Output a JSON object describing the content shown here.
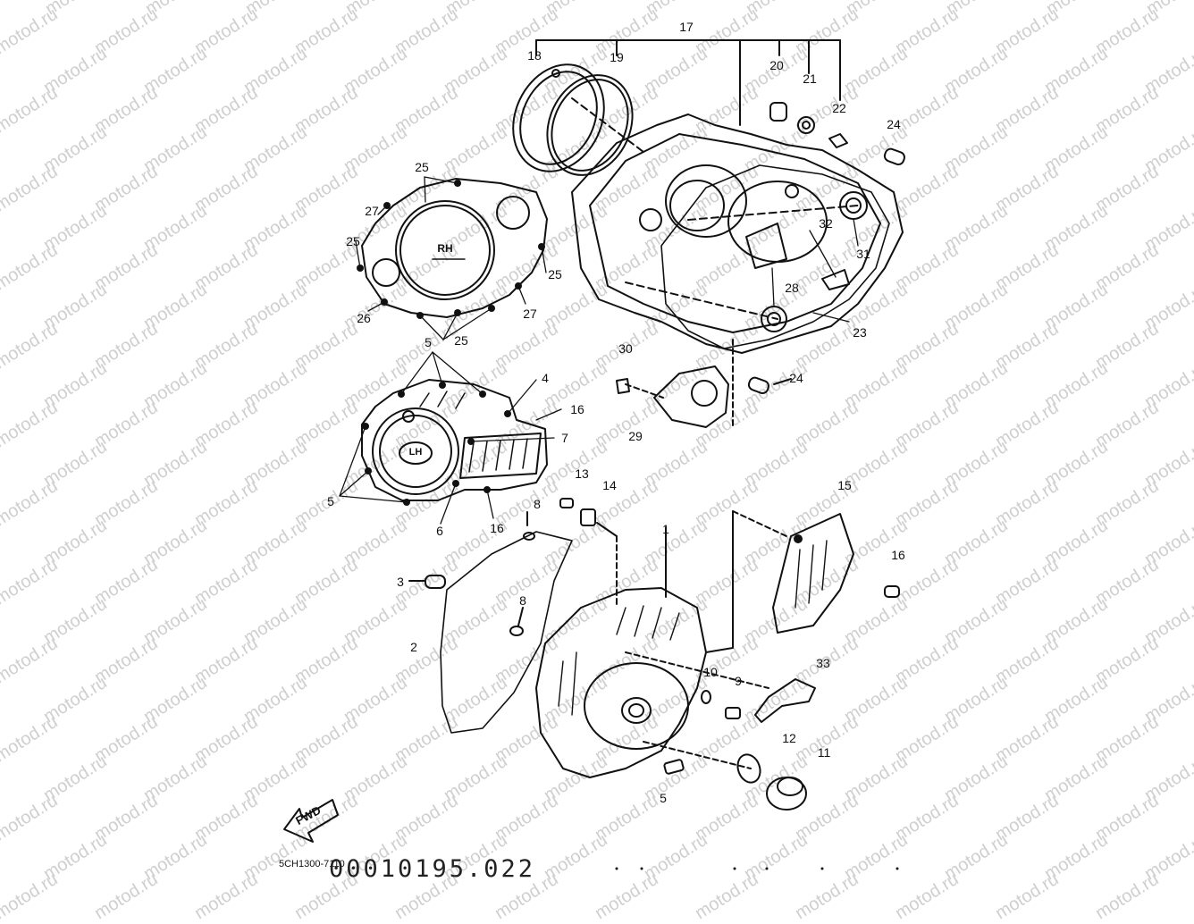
{
  "watermark": "motod.ru",
  "callouts": [
    "1",
    "2",
    "3",
    "4",
    "5",
    "5",
    "5",
    "5",
    "6",
    "7",
    "8",
    "8",
    "9",
    "10",
    "11",
    "12",
    "13",
    "14",
    "15",
    "16",
    "16",
    "16",
    "17",
    "18",
    "19",
    "20",
    "21",
    "22",
    "23",
    "24",
    "24",
    "25",
    "25",
    "25",
    "25",
    "25",
    "26",
    "27",
    "27",
    "28",
    "29",
    "30",
    "31",
    "32",
    "33"
  ],
  "cover_labels": {
    "rh": "RH",
    "lh": "LH",
    "fwd": "FWD"
  },
  "footer": {
    "ref_code": "5CH1300-7110",
    "doc_id": "00010195.022"
  }
}
